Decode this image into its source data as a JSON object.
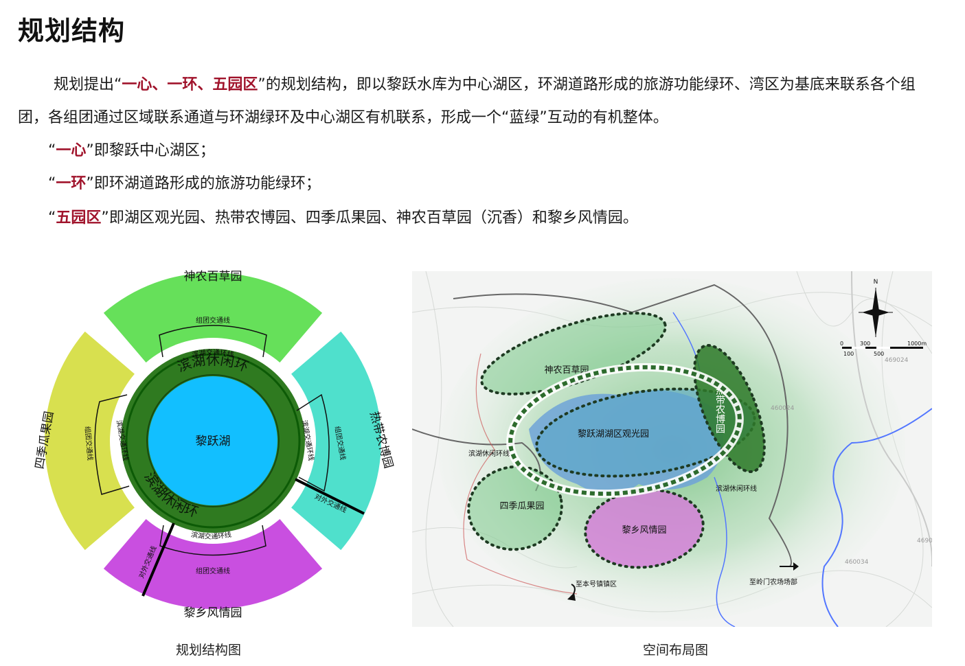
{
  "page_title": "规划结构",
  "intro": {
    "prefix": "规划提出“",
    "highlight": "一心、一环、五园区",
    "suffix": "”的规划结构，即以黎跃水库为中心湖区，环湖道路形成的旅游功能绿环、湾区为基底来联系各个组团，各组团通过区域联系通道与环湖绿环及中心湖区有机联系，形成一个“蓝绿”互动的有机整体。"
  },
  "items": [
    {
      "open": "“",
      "key": "一心",
      "text": "”即黎跃中心湖区；"
    },
    {
      "open": "“",
      "key": "一环",
      "text": "”即环湖道路形成的旅游功能绿环；"
    },
    {
      "open": "“",
      "key": "五园区",
      "text": "”即湖区观光园、热带农博园、四季瓜果园、神农百草园（沉香）和黎乡风情园。"
    }
  ],
  "structure_diagram": {
    "caption": "规划结构图",
    "center": "黎跃湖",
    "ring": "滨湖休闲环",
    "ring_road": "滨湖交通环线",
    "cluster_road": "组团交通线",
    "external_road": "对外交通线",
    "sectors": [
      "神农百草园",
      "热带农博园",
      "黎乡风情园",
      "四季瓜果园"
    ],
    "colors": {
      "top": "#66e05a",
      "right": "#4fe0cc",
      "bottom": "#c94fe0",
      "left": "#d8e04f",
      "ring": "#2f7a20",
      "ring_inner": "#0c5a06",
      "lake": "#12bfff"
    }
  },
  "layout_map": {
    "caption": "空间布局图",
    "zones": [
      "神农百草园",
      "黎跃湖湖区观光园",
      "热带农博园",
      "四季瓜果园",
      "黎乡风情园"
    ],
    "ring_label_left": "滨湖休闲环线",
    "ring_label_right": "滨湖休闲环线",
    "exit_left": "至本号镇镇区",
    "exit_right": "至岭门农场场部",
    "north": "N",
    "scale_top": [
      "0",
      "300",
      "1000m"
    ],
    "scale_bottom": [
      "100",
      "500"
    ],
    "grid_labels": [
      "469024",
      "460024",
      "460034",
      "4690"
    ]
  }
}
